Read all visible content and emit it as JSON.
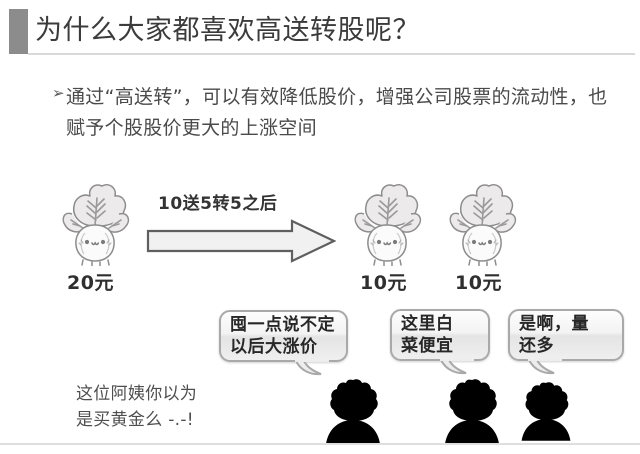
{
  "slide": {
    "title": "为什么大家都喜欢高送转股呢？",
    "accent_color": "#8c8c8c",
    "rule_color": "#d9d9d9",
    "background_color": "#ffffff"
  },
  "body": {
    "bullet_marker": "➢",
    "bullet_text": "通过“高送转”，可以有效降低股价，增强公司股票的流动性，也赋予个股股价更大的上涨空间"
  },
  "diagram": {
    "arrow_caption": "10送5转5之后",
    "before": {
      "icon": "cabbage-character-icon",
      "price": "20元"
    },
    "after": [
      {
        "icon": "cabbage-character-icon",
        "price": "10元"
      },
      {
        "icon": "cabbage-character-icon",
        "price": "10元"
      }
    ]
  },
  "bubbles": [
    {
      "text": "囤一点说不定\n以后大涨价"
    },
    {
      "text": "这里白\n菜便宜"
    },
    {
      "text": "是啊，量\n还多"
    }
  ],
  "people": [
    {
      "icon": "person-silhouette-icon"
    },
    {
      "icon": "person-silhouette-icon"
    },
    {
      "icon": "person-silhouette-icon"
    }
  ],
  "note": {
    "text": "这位阿姨你以为\n是买黄金么 -.-!"
  }
}
